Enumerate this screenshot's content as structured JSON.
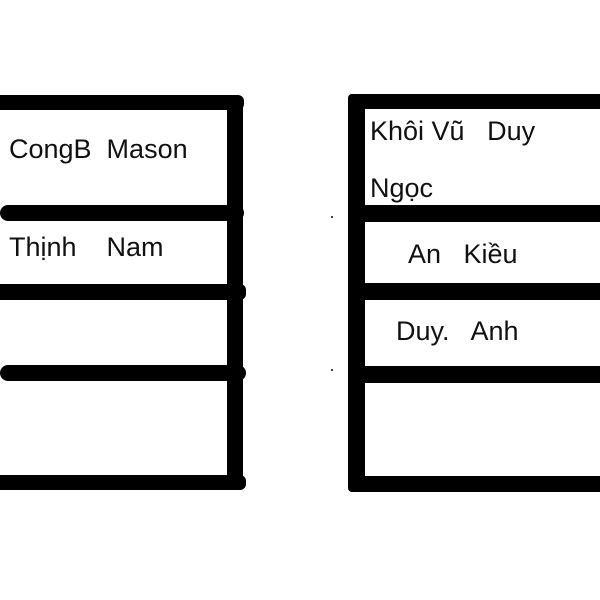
{
  "left_panel": {
    "rows": [
      "CongB  Mason",
      "Thịnh    Nam",
      "",
      ""
    ]
  },
  "right_panel": {
    "rows": [
      "Khôi Vũ   Duy",
      "Ngọc",
      "An   Kiều",
      "Duy.   Anh",
      ""
    ]
  },
  "colors": {
    "ink": "#000000",
    "background": "#ffffff"
  }
}
